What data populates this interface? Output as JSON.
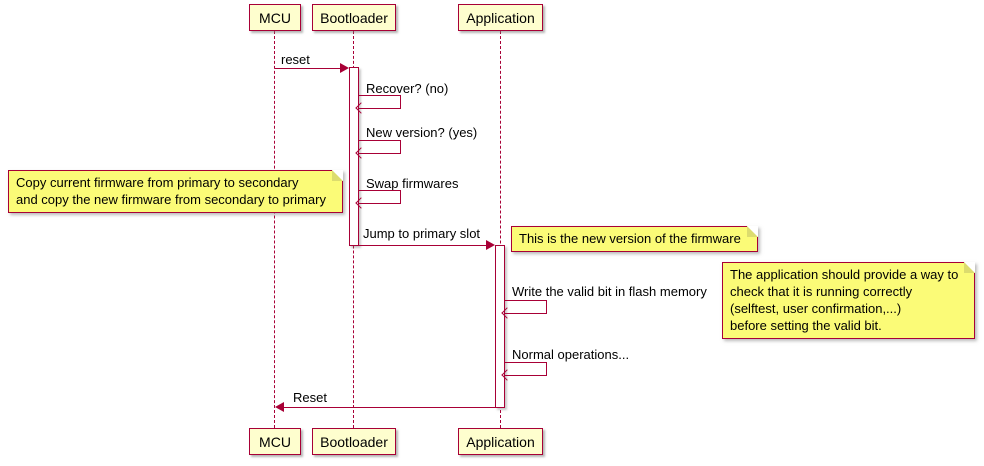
{
  "diagram": {
    "type": "sequence",
    "participants": [
      {
        "label": "MCU"
      },
      {
        "label": "Bootloader"
      },
      {
        "label": "Application"
      }
    ],
    "messages": {
      "reset": "reset",
      "recover": "Recover? (no)",
      "new_version": "New version? (yes)",
      "swap_firmwares": "Swap firmwares",
      "jump_primary": "Jump to primary slot",
      "write_valid_bit": "Write the valid bit in flash memory",
      "normal_operations": "Normal operations...",
      "reset_back": "Reset"
    },
    "notes": {
      "copy_firmware": {
        "lines": [
          "Copy current firmware from primary to secondary",
          "and copy the new firmware from secondary to primary"
        ]
      },
      "new_firmware_version": {
        "lines": [
          "This is the new version of the firmware"
        ]
      },
      "valid_bit": {
        "lines": [
          "The application should provide a way to",
          "check that it is running correctly",
          "(selftest, user confirmation,...)",
          "before setting the valid bit."
        ]
      }
    },
    "colors": {
      "accent": "#A80036",
      "participant_fill": "#FEFECE",
      "note_fill": "#FBFB77",
      "background": "#FFFFFF"
    }
  }
}
